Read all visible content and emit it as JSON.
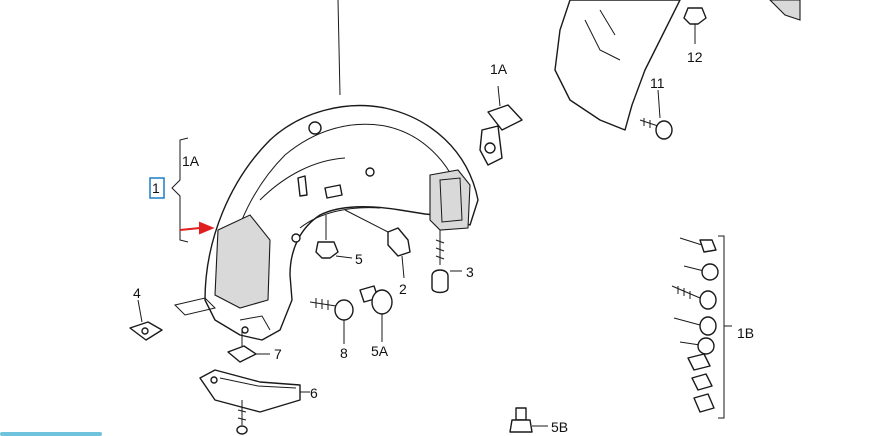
{
  "callouts": {
    "c1": "1",
    "c1a_left": "1A",
    "c1a_top": "1A",
    "c2": "2",
    "c3": "3",
    "c4": "4",
    "c5": "5",
    "c5a": "5A",
    "c5b": "5B",
    "c6": "6",
    "c7": "7",
    "c8": "8",
    "c11": "11",
    "c12": "12",
    "c1b": "1B"
  },
  "colors": {
    "highlight_box": "#2a86c8",
    "arrow": "#e02020"
  }
}
